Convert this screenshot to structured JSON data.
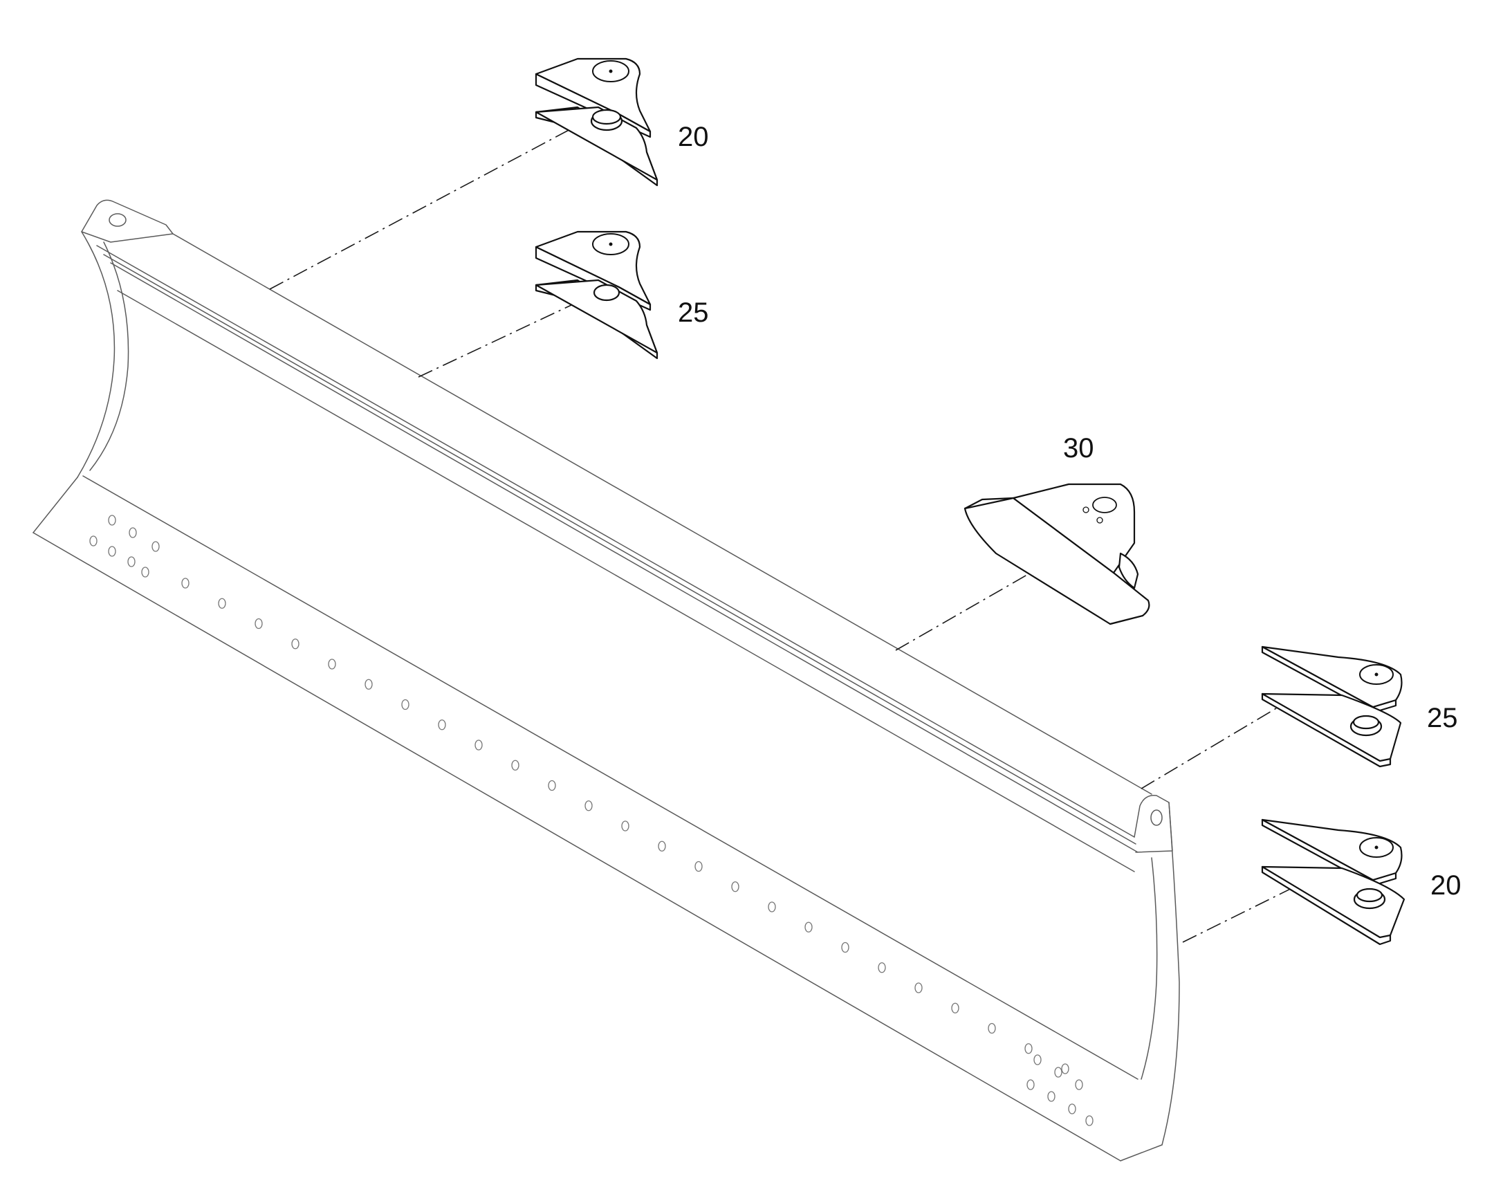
{
  "callouts": {
    "top_upper": "20",
    "top_lower": "25",
    "middle": "30",
    "right_upper": "25",
    "right_lower": "20"
  }
}
